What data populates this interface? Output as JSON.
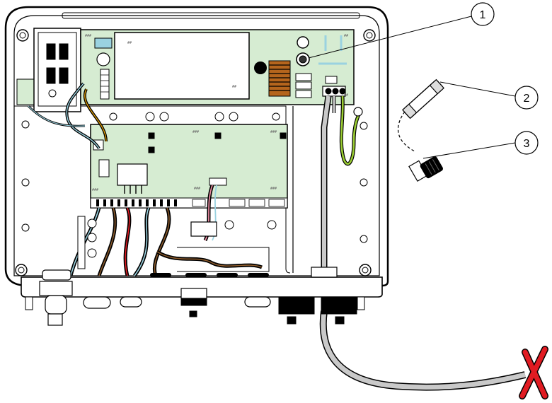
{
  "callouts": [
    {
      "number": "1"
    },
    {
      "number": "2"
    },
    {
      "number": "3"
    }
  ],
  "colors": {
    "board_green": "#d6ecd2",
    "enclosure_fill": "#ffffff",
    "line": "#000000",
    "cable_gray": "#c9c9c9",
    "ground_wire": "#9acd32",
    "marker_red": "#e11b22",
    "ferrite": "#b5651d"
  },
  "icons": {
    "fuse": "fuse-icon",
    "fuse_holder": "fuse-holder-icon",
    "remove_marker": "x-mark-icon"
  }
}
